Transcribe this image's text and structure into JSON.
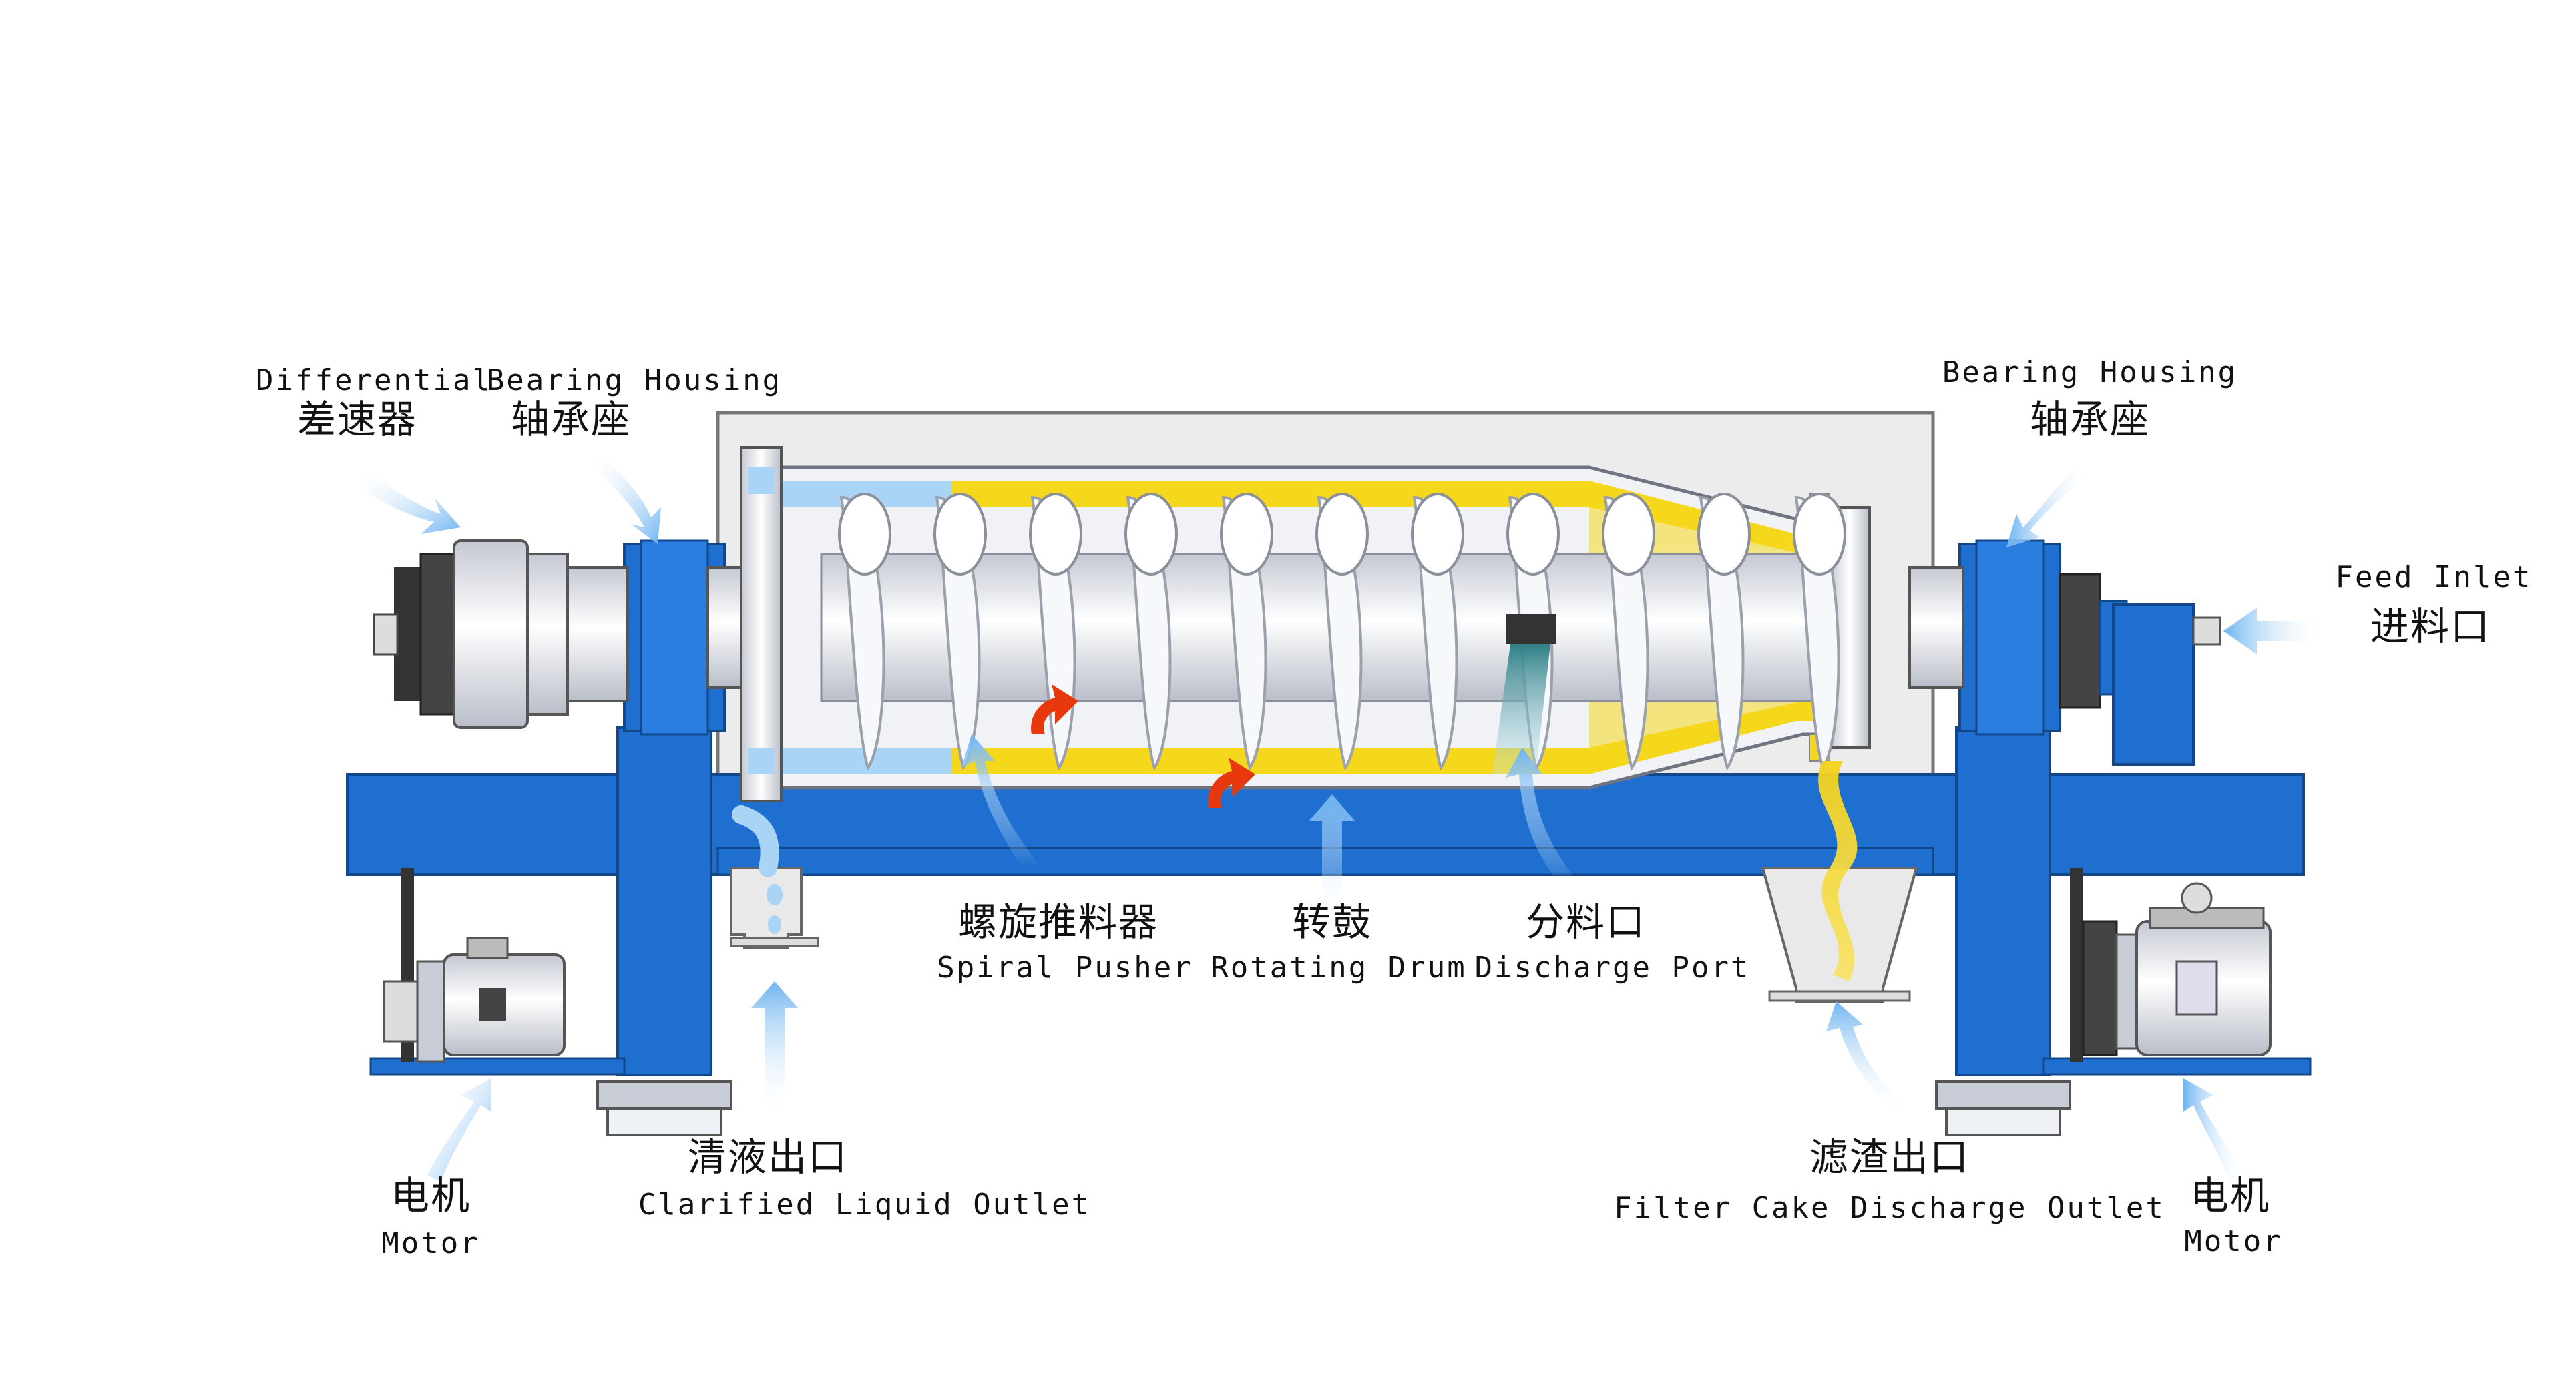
{
  "labels": {
    "differential_en": "Differential",
    "differential_zh": "差速器",
    "bearing_left_en": "Bearing Housing",
    "bearing_left_zh": "轴承座",
    "bearing_right_en": "Bearing Housing",
    "bearing_right_zh": "轴承座",
    "feed_en": "Feed Inlet",
    "feed_zh": "进料口",
    "spiral_zh": "螺旋推料器",
    "spiral_en": "Spiral Pusher",
    "drum_zh": "转鼓",
    "drum_en": "Rotating Drum",
    "discharge_zh": "分料口",
    "discharge_en": "Discharge Port",
    "clarified_zh": "清液出口",
    "clarified_en": "Clarified Liquid Outlet",
    "cake_zh": "滤渣出口",
    "cake_en": "Filter Cake Discharge Outlet",
    "motor_left_zh": "电机",
    "motor_left_en": "Motor",
    "motor_right_zh": "电机",
    "motor_right_en": "Motor"
  },
  "colors": {
    "frame_blue": "#1e6fd0",
    "frame_dark": "#1559aa",
    "slurry_yellow": "#f5d81c",
    "liquid_blue": "#a9d4f5",
    "arrow_blue": "#7bbcf2",
    "flow_red": "#e8380d",
    "metal_light": "#eef1f6",
    "metal_mid": "#c8ccd6",
    "outline_gray": "#6f7480",
    "housing_bg": "#ebebeb"
  }
}
